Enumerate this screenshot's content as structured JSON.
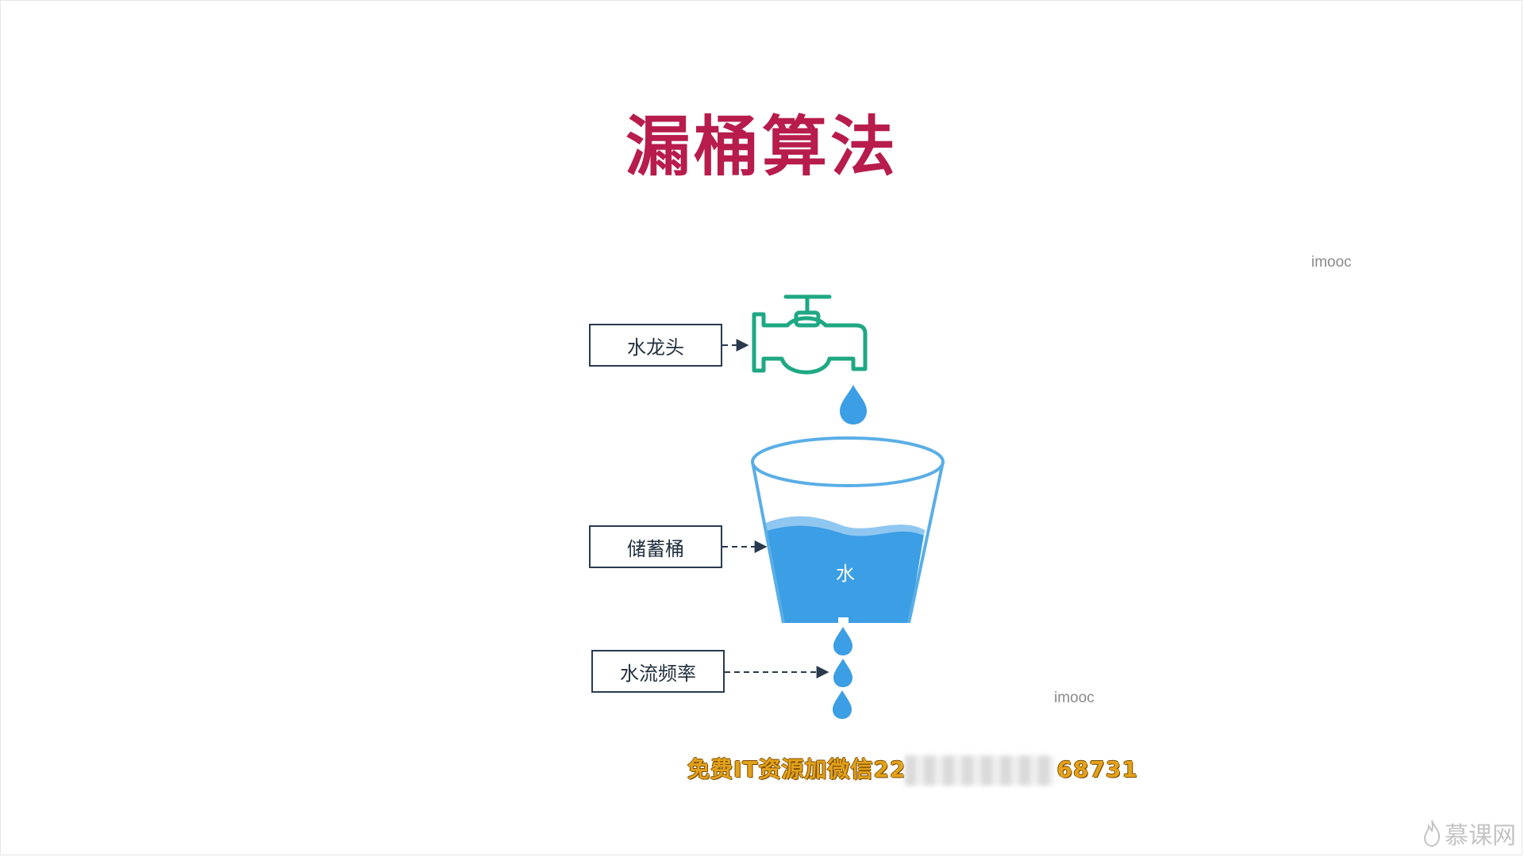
{
  "slide": {
    "title": "漏桶算法"
  },
  "watermarks": {
    "top_right": "imooc",
    "middle_right": "imooc"
  },
  "diagram": {
    "labels": {
      "tap": "水龙头",
      "bucket": "储蓄桶",
      "flow": "水流频率"
    },
    "water_text": "水",
    "colors": {
      "tap_stroke": "#1ea884",
      "water": "#3c9ee4",
      "water_light": "#8fc7f1",
      "bucket_outline": "#5aaee6",
      "box_border": "#2a3a4e",
      "arrow": "#2a3a4e"
    }
  },
  "caption": {
    "text": "免费IT资源加微信22",
    "text_tail": "68731"
  },
  "brand": {
    "icon": "flame-icon",
    "name": "慕课网"
  },
  "colors": {
    "title": "#b71c4c",
    "caption": "#e3a21a"
  }
}
